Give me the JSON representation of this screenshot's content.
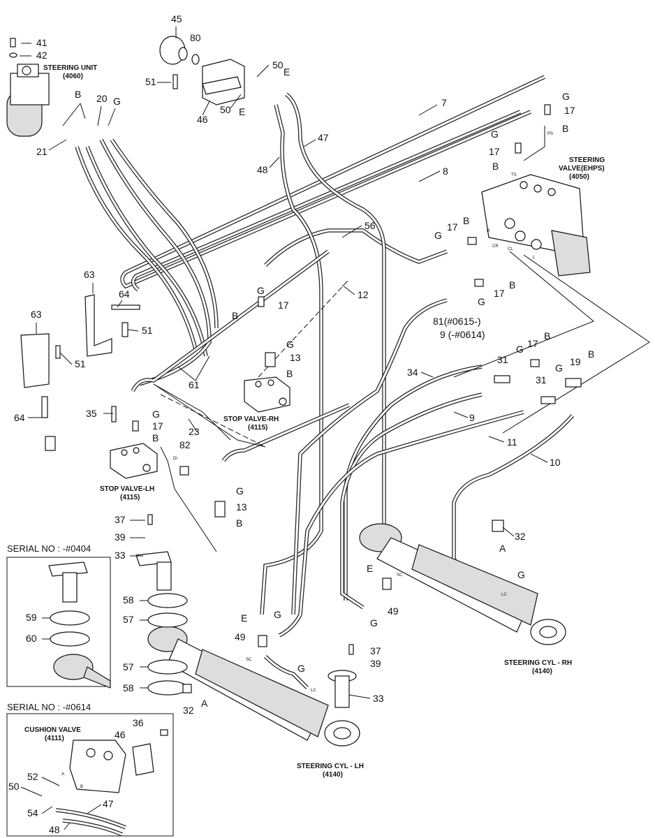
{
  "labels": {
    "steering_unit": "STEERING UNIT",
    "steering_unit_code": "(4060)",
    "steering_valve": "STEERING",
    "steering_valve_2": "VALVE(EHPS)",
    "steering_valve_code": "(4050)",
    "stop_valve_rh": "STOP VALVE-RH",
    "stop_valve_rh_code": "(4115)",
    "stop_valve_lh": "STOP VALVE-LH",
    "stop_valve_lh_code": "(4115)",
    "cyl_rh": "STEERING CYL - RH",
    "cyl_rh_code": "(4140)",
    "cyl_lh": "STEERING CYL - LH",
    "cyl_lh_code": "(4140)",
    "cushion_valve": "CUSHION VALVE",
    "cushion_valve_code": "(4111)",
    "serial_1": "SERIAL NO : -#0404",
    "serial_2": "SERIAL NO : -#0614",
    "part_81": "81(#0615-)",
    "part_9b": "9 (-#0614)"
  },
  "ports": {
    "ts": "TS",
    "ps": "PS",
    "cr": "CR",
    "cl": "CL",
    "l": "L",
    "r": "R",
    "sc": "SC",
    "lc": "LC",
    "dr": "Dr",
    "a": "A",
    "b": "B"
  },
  "callouts": [
    "41",
    "42",
    "B",
    "20",
    "G",
    "21",
    "45",
    "80",
    "51",
    "50",
    "E",
    "46",
    "7",
    "47",
    "48",
    "8",
    "17",
    "56",
    "12",
    "63",
    "64",
    "61",
    "13",
    "35",
    "23",
    "82",
    "81",
    "9",
    "34",
    "31",
    "19",
    "11",
    "10",
    "32",
    "37",
    "39",
    "33",
    "58",
    "57",
    "59",
    "60",
    "36",
    "52",
    "54",
    "49",
    "A"
  ]
}
